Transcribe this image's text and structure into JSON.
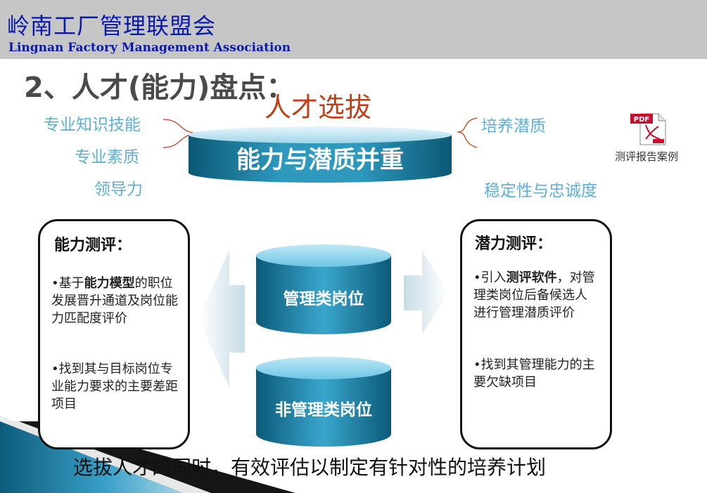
{
  "header": {
    "title_cn": "岭南工厂管理联盟会",
    "title_en": "Lingnan Factory Management Association"
  },
  "slide": {
    "title": "2、人才(能力)盘点：",
    "subtitle": "人才选拔",
    "center_banner": "能力与潜质并重",
    "left_labels": [
      "专业知识技能",
      "专业素质",
      "领导力"
    ],
    "right_labels": [
      "培养潜质",
      "稳定性与忠诚度"
    ],
    "pdf_icon_text": "PDF",
    "pdf_link_label": "测评报告案例",
    "left_box": {
      "title": "能力测评：",
      "bullet1_pre": "基于",
      "bullet1_bold": "能力模型",
      "bullet1_post": "的职位发展晋升通道及岗位能力匹配度评价",
      "bullet2": "找到其与目标岗位专业能力要求的主要差距项目"
    },
    "right_box": {
      "title": "潜力测评：",
      "bullet1_pre": "引入",
      "bullet1_bold": "测评软件",
      "bullet1_post": "，对管理类岗位后备候选人进行管理潜质评价",
      "bullet2": "找到其管理能力的主要欠缺项目"
    },
    "cylinder_top": "管理类岗位",
    "cylinder_bottom": "非管理类岗位",
    "bottom_text": "选拔人才的同时，有效评估以制定有针对性的培养计划"
  },
  "colors": {
    "header_text": "#0a1aa8",
    "header_bg": "#c6c6c6",
    "side_label": "#5bb0d6",
    "subtitle": "#c0401a",
    "cylinder_dark": "#0d6a8a",
    "cylinder_light": "#8ad4ee"
  }
}
